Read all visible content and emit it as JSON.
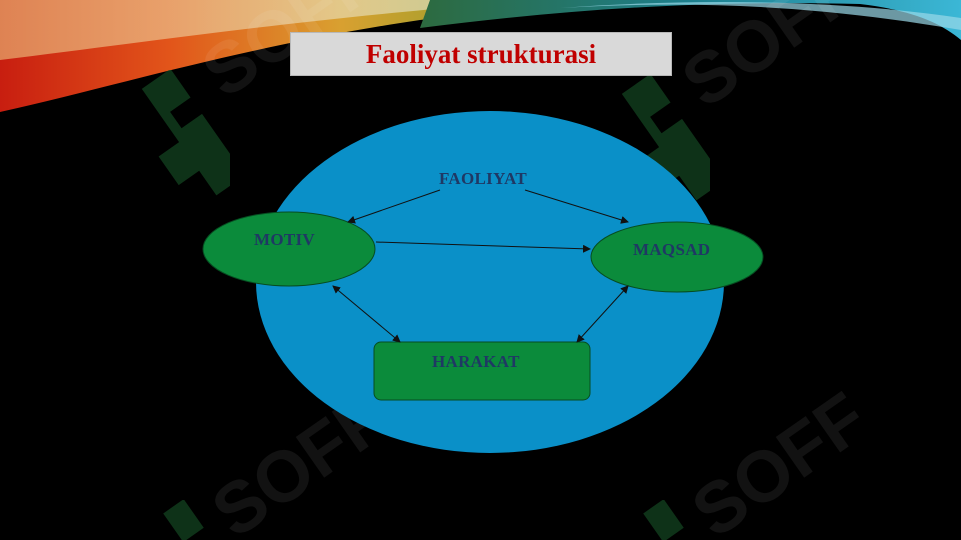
{
  "slide": {
    "title": "Faoliyat strukturasi"
  },
  "diagram": {
    "center": "FAOLIYAT",
    "left": "MOTIV",
    "right": "MAQSAD",
    "bottom": "HARAKAT"
  },
  "watermark": {
    "text": "SOFF"
  },
  "colors": {
    "background": "#000000",
    "big_ellipse": "#0a90c8",
    "node_fill": "#0b8b3b",
    "node_text": "#1f3864",
    "title_text": "#c00000",
    "title_box": "#d9d9d9"
  }
}
